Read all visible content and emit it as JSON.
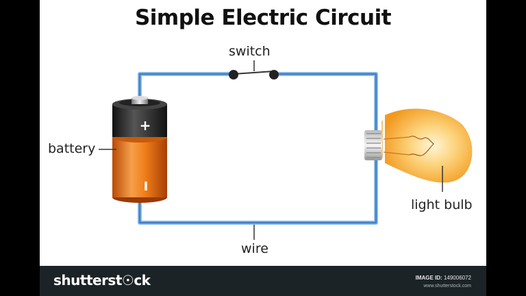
{
  "title": "Simple Electric Circuit",
  "labels": {
    "switch": "switch",
    "battery": "battery",
    "light_bulb": "light bulb",
    "wire": "wire",
    "plus": "+",
    "minus": "I"
  },
  "watermark": "shutterstock",
  "footer": {
    "brand": "shutterst☉ck",
    "image_id_label": "IMAGE ID:",
    "image_id": "149006072",
    "site": "www.shutterstock.com"
  },
  "colors": {
    "wire": "#5b9bd5",
    "battery_top": "#2b2b2b",
    "battery_body": "#f07d1a",
    "bulb_glow": "#fbb03b",
    "footer_bg": "#1c2327"
  }
}
